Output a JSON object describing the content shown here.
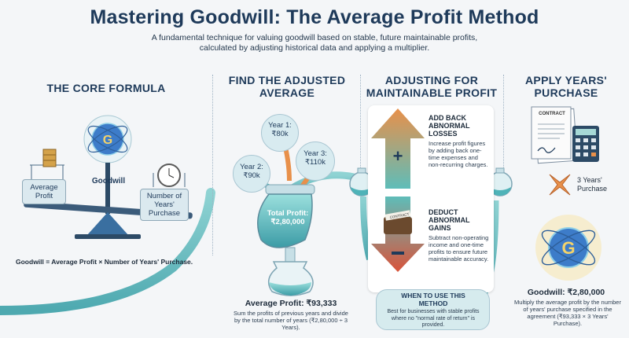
{
  "header": {
    "title": "Mastering Goodwill: The Average Profit Method",
    "subtitle": "A fundamental technique for valuing goodwill based on stable, future maintainable profits, calculated by adjusting historical data and applying a multiplier."
  },
  "core_formula": {
    "title": "THE CORE FORMULA",
    "goodwill_label": "Goodwill",
    "left_pan": "Average Profit",
    "right_pan": "Number of Years' Purchase",
    "formula": "Goodwill = Average Profit × Number of Years' Purchase."
  },
  "adjusted_average": {
    "title": "FIND THE ADJUSTED AVERAGE",
    "year1": "Year 1: ₹80k",
    "year2": "Year 2: ₹90k",
    "year3": "Year 3: ₹110k",
    "total": "Total Profit: ₹2,80,000",
    "average": "Average Profit: ₹93,333",
    "description": "Sum the profits of previous years and divide by the total number of years (₹2,80,000 ÷ 3 Years)."
  },
  "maintainable": {
    "title": "ADJUSTING FOR MAINTAINABLE PROFIT",
    "add_title": "ADD BACK ABNORMAL LOSSES",
    "add_text": "Increase profit figures by adding back one-time expenses and non-recurring charges.",
    "deduct_title": "DEDUCT ABNORMAL GAINS",
    "deduct_text": "Subtract non-operating income and one-time profits to ensure future maintainable accuracy.",
    "when_title": "WHEN TO USE THIS METHOD",
    "when_text": "Best for businesses with stable profits where no \"normal rate of return\" is provided.",
    "contract_label": "CONTRACT"
  },
  "years_purchase": {
    "title": "APPLY YEARS' PURCHASE",
    "contract_label": "CONTRACT",
    "multiplier": "3 Years' Purchase",
    "result": "Goodwill: ₹2,80,000",
    "description": "Multiply the average profit by the number of years' purchase specified in the agreement (₹93,333 × 3 Years' Purchase)."
  },
  "colors": {
    "navy": "#1e3a5a",
    "teal": "#4fb3b8",
    "orange": "#e8904a",
    "red": "#d9533a",
    "gold": "#d4a24a"
  }
}
